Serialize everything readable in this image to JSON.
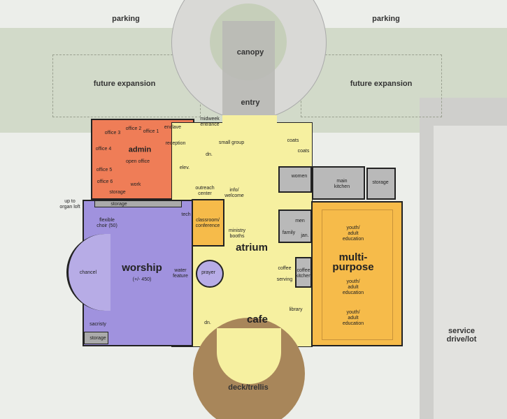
{
  "site": {
    "parking_left": "parking",
    "parking_right": "parking",
    "canopy": "canopy",
    "future_left": "future expansion",
    "future_right": "future expansion",
    "entry": "entry",
    "deck": "deck/trellis",
    "service": "service\ndrive/lot",
    "midweek": "midweek\nentrance",
    "organ": "up to\norgan loft"
  },
  "admin": {
    "title": "admin",
    "rooms": [
      "office 3",
      "office 2",
      "office 1",
      "enclave",
      "reception",
      "office 4",
      "open office",
      "office 5",
      "office 6",
      "work",
      "storage",
      "elev."
    ]
  },
  "atrium": {
    "title": "atrium",
    "cafe": "cafe",
    "labels": [
      "small group",
      "dn.",
      "coats",
      "coats",
      "outreach\ncenter",
      "info/\nwelcome",
      "ministry\nbooths",
      "coffee",
      "serving",
      "library",
      "dn."
    ]
  },
  "worship": {
    "title": "worship",
    "capacity": "(+/- 450)",
    "labels": [
      "storage",
      "flexible\nchoir (50)",
      "tech",
      "chancel",
      "water\nfeature",
      "prayer",
      "sacristy",
      "storage"
    ],
    "classroom": "classroom/\nconference"
  },
  "services": {
    "women": "women",
    "kitchen": "main\nkitchen",
    "storage": "storage",
    "men": "men",
    "family": "family",
    "jan": "jan.",
    "coffee_kitchen": "coffee\nkitchen"
  },
  "multipurpose": {
    "title": "multi-\npurpose",
    "youth": "youth/\nadult\neducation"
  },
  "colors": {
    "admin": "#ef7d57",
    "atrium": "#f6f0a0",
    "worship": "#a092de",
    "multipurpose": "#f6bb4a",
    "service": "#b9b9b9",
    "deck": "#a8865a"
  }
}
